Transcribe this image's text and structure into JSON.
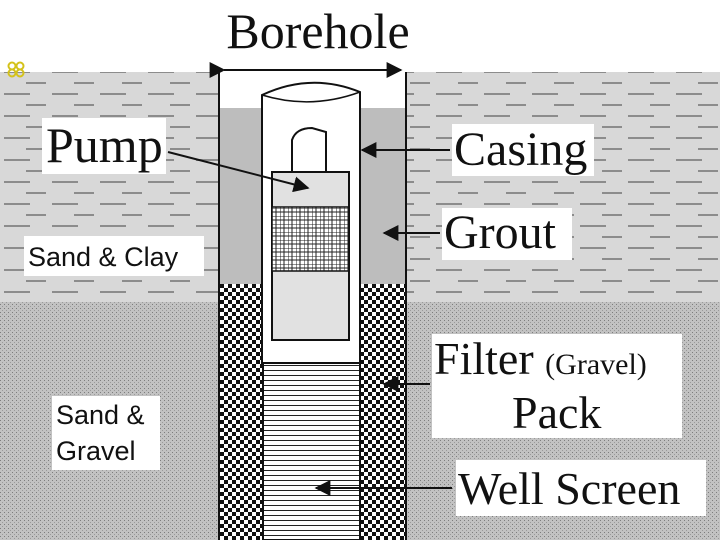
{
  "diagram": {
    "labels": {
      "borehole": "Borehole",
      "pump": "Pump",
      "casing": "Casing",
      "grout": "Grout",
      "sand_clay": "Sand & Clay",
      "filter_line1_main": "Filter ",
      "filter_line1_paren": "(Gravel)",
      "filter_line2": "Pack",
      "sand_gravel_line1": "Sand &",
      "sand_gravel_line2": "Gravel",
      "well_screen": "Well Screen"
    },
    "colors": {
      "upper_layer": "#d8d8d8",
      "upper_dash": "#8f8f8f",
      "lower_layer": "#b9b9b9",
      "grout": "#bdbdbd",
      "casing_fill": "#ffffff",
      "pump_body": "#e1e1e1",
      "lines": "#111111"
    },
    "corner_icon": "slide-bookmark-icon"
  }
}
